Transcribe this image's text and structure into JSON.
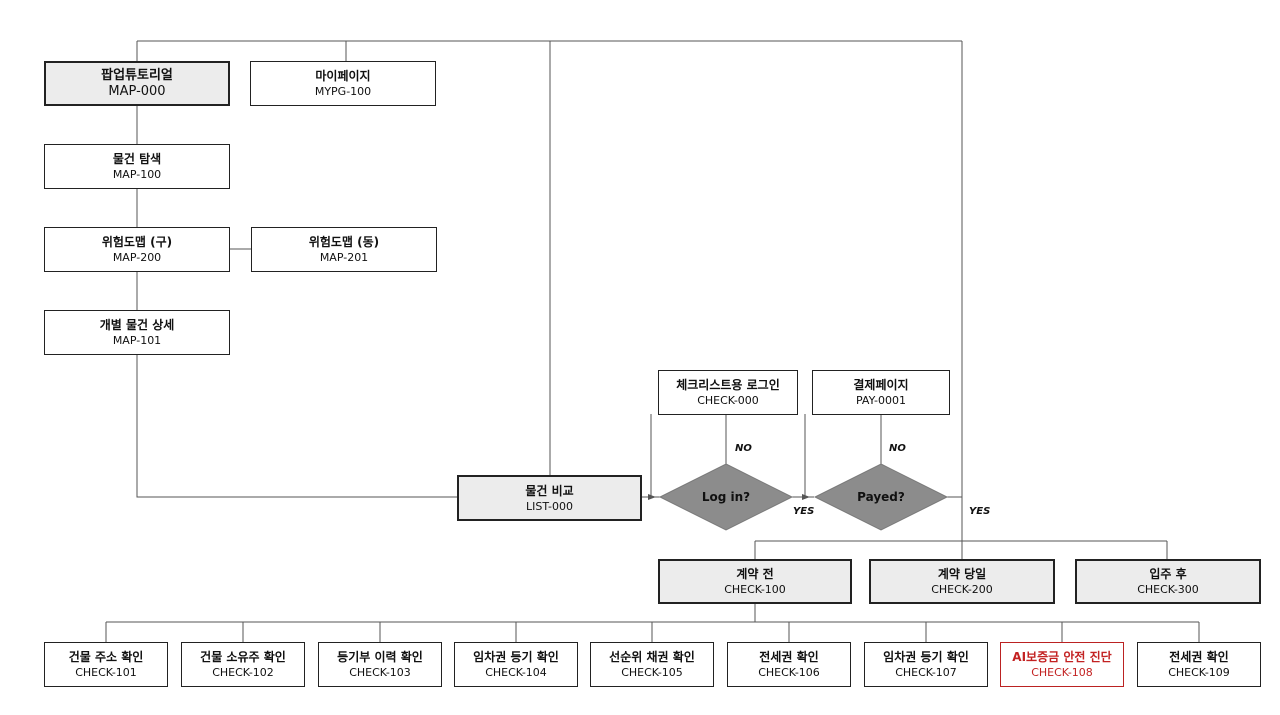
{
  "nodes": {
    "popup_tutorial": {
      "title": "팝업튜토리얼",
      "code": "MAP-000"
    },
    "mypage": {
      "title": "마이페이지",
      "code": "MYPG-100"
    },
    "property_search": {
      "title": "물건 탐색",
      "code": "MAP-100"
    },
    "risk_map_gu": {
      "title": "위험도맵 (구)",
      "code": "MAP-200"
    },
    "risk_map_dong": {
      "title": "위험도맵 (동)",
      "code": "MAP-201"
    },
    "property_detail": {
      "title": "개별 물건 상세",
      "code": "MAP-101"
    },
    "property_compare": {
      "title": "물건 비교",
      "code": "LIST-000"
    },
    "checklist_login": {
      "title": "체크리스트용 로그인",
      "code": "CHECK-000"
    },
    "payment_page": {
      "title": "결제페이지",
      "code": "PAY-0001"
    },
    "before_contract": {
      "title": "계약 전",
      "code": "CHECK-100"
    },
    "contract_day": {
      "title": "계약 당일",
      "code": "CHECK-200"
    },
    "after_move_in": {
      "title": "입주 후",
      "code": "CHECK-300"
    },
    "checks": [
      {
        "title": "건물 주소 확인",
        "code": "CHECK-101"
      },
      {
        "title": "건물 소유주 확인",
        "code": "CHECK-102"
      },
      {
        "title": "등기부 이력 확인",
        "code": "CHECK-103"
      },
      {
        "title": "임차권 등기 확인",
        "code": "CHECK-104"
      },
      {
        "title": "선순위 채권 확인",
        "code": "CHECK-105"
      },
      {
        "title": "전세권 확인",
        "code": "CHECK-106"
      },
      {
        "title": "임차권 등기 확인",
        "code": "CHECK-107"
      },
      {
        "title": "AI보증금 안전 진단",
        "code": "CHECK-108"
      },
      {
        "title": "전세권 확인",
        "code": "CHECK-109"
      }
    ]
  },
  "decisions": {
    "login": "Log in?",
    "payed": "Payed?"
  },
  "edge_labels": {
    "login_no": "NO",
    "login_yes": "YES",
    "payed_no": "NO",
    "payed_yes": "YES"
  },
  "colors": {
    "border": "#222222",
    "shaded_fill": "#ececec",
    "diamond_fill": "#8c8c8c",
    "alert": "#c32222",
    "line": "#555555"
  }
}
